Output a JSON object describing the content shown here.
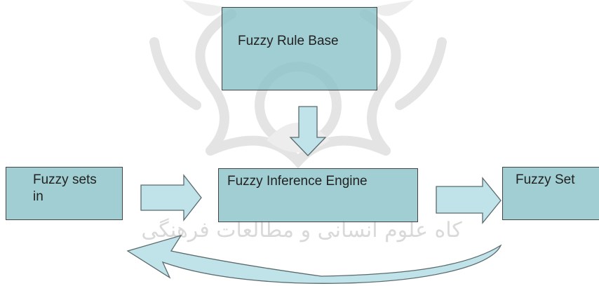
{
  "nodes": {
    "rule_base": "Fuzzy Rule Base",
    "inference_engine": "Fuzzy Inference Engine",
    "input_sets": "Fuzzy sets in",
    "output_sets": "Fuzzy Set"
  },
  "colors": {
    "box_fill": "#8cc3c8",
    "box_border": "#444444",
    "arrow_fill": "#bfe3e8",
    "watermark": "#e2e2e2"
  }
}
